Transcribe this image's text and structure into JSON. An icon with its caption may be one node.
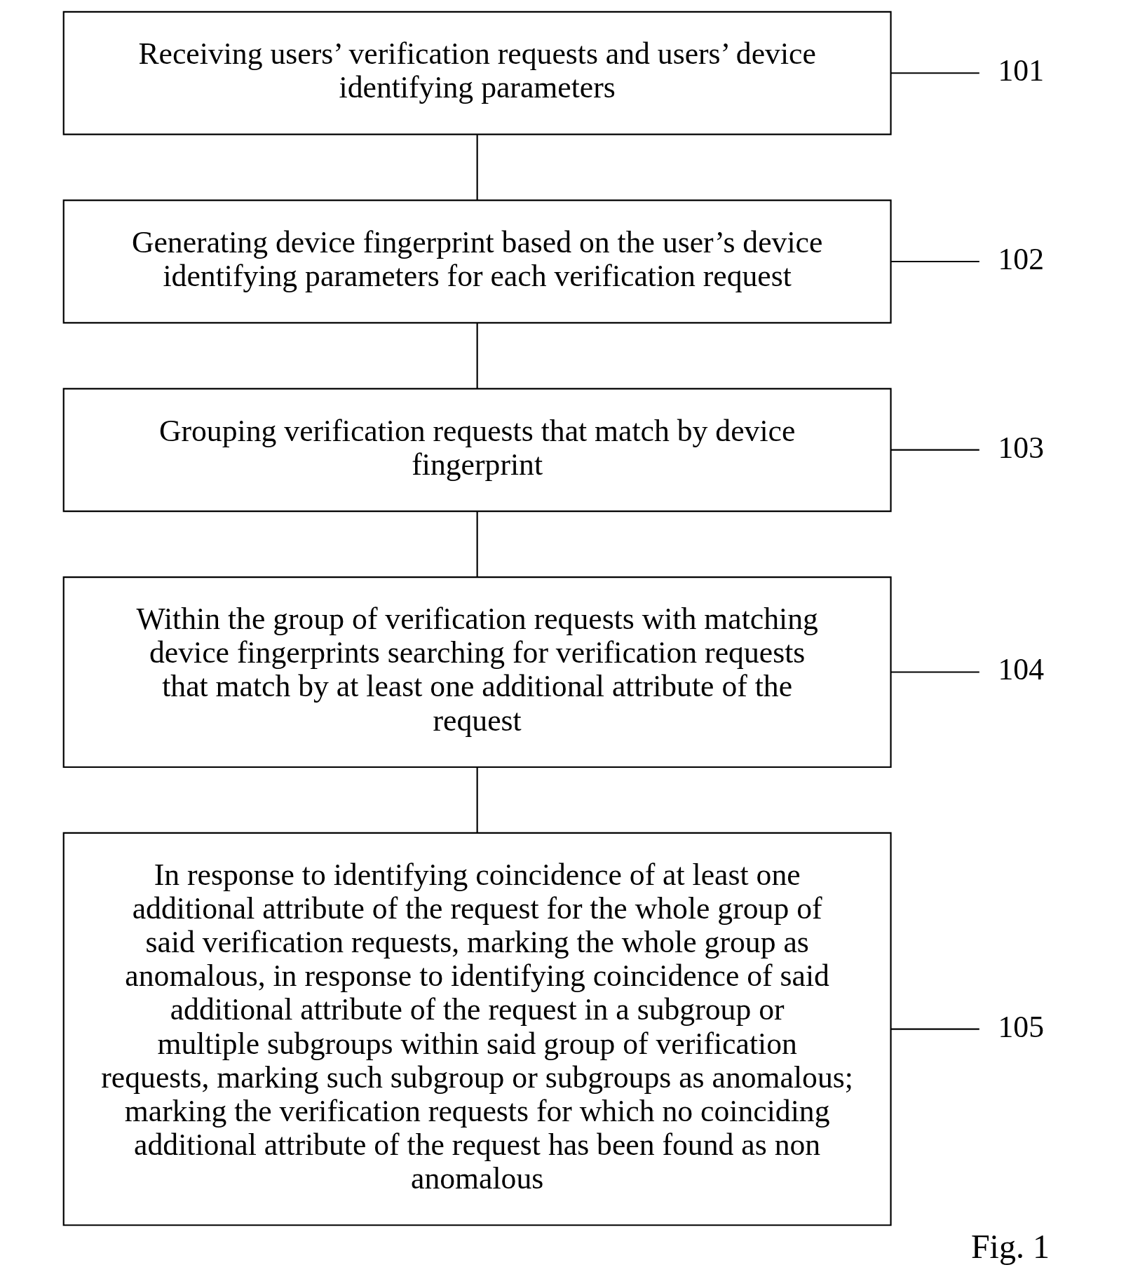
{
  "diagram": {
    "caption": "Fig. 1",
    "nodes": [
      {
        "text": [
          "Receiving users’ verification requests and users’ device identifying parameters"
        ]
      },
      {
        "text": [
          "Generating device fingerprint based on the user’s device identifying parameters for each verification request"
        ]
      },
      {
        "text": [
          "Grouping verification requests that match by device fingerprint"
        ]
      },
      {
        "text": [
          "Within the group of verification requests with matching device fingerprints searching for verification requests that match by at least one additional attribute of the request"
        ]
      },
      {
        "text": [
          "In response to identifying coincidence of at least one additional attribute of the request for the whole group of said verification requests, marking the whole group as anomalous, in response to identifying coincidence of said additional attribute of the request in a subgroup or multiple subgroups within said group of verification requests, marking such subgroup or subgroups as anomalous; marking the verification requests for which no coinciding additional attribute of the request has been found as non anomalous"
        ]
      },
      {
        "text": [
          "101"
        ]
      },
      {
        "text": [
          "102"
        ]
      },
      {
        "text": [
          "103"
        ]
      },
      {
        "text": [
          "104"
        ]
      },
      {
        "text": [
          "105"
        ]
      }
    ],
    "edges": [
      {
        "from": 0,
        "to": 1,
        "arrow": "none"
      },
      {
        "from": 1,
        "to": 2,
        "arrow": "none"
      },
      {
        "from": 2,
        "to": 3,
        "arrow": "none"
      },
      {
        "from": 3,
        "to": 4,
        "arrow": "none"
      },
      {
        "from": 5,
        "to": 0,
        "arrow": "none"
      },
      {
        "from": 6,
        "to": 1,
        "arrow": "none"
      },
      {
        "from": 7,
        "to": 2,
        "arrow": "none"
      },
      {
        "from": 8,
        "to": 3,
        "arrow": "none"
      },
      {
        "from": 9,
        "to": 4,
        "arrow": "none"
      }
    ]
  }
}
